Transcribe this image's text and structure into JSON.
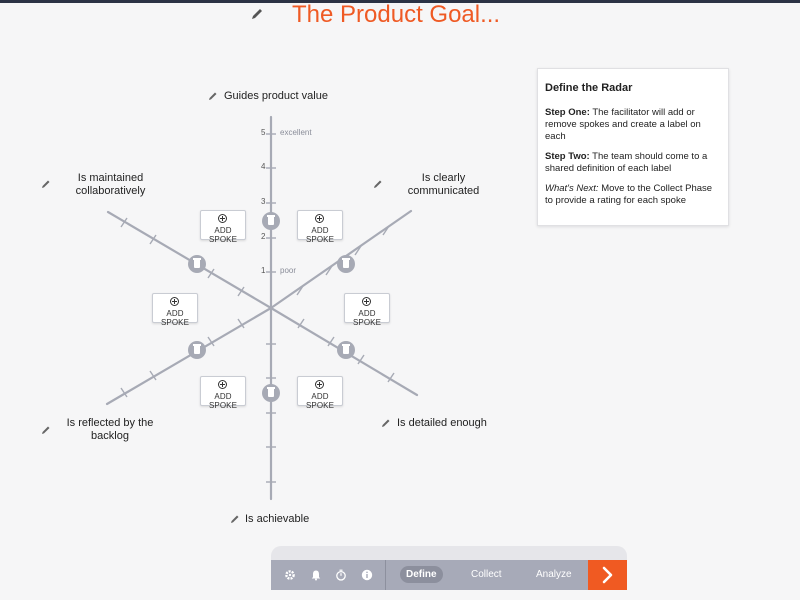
{
  "header": {
    "title": "The Product Goal..."
  },
  "radar": {
    "spokes": [
      {
        "label_lines": [
          "Guides product value"
        ]
      },
      {
        "label_lines": [
          "Is clearly",
          "communicated"
        ]
      },
      {
        "label_lines": [
          "Is detailed enough"
        ]
      },
      {
        "label_lines": [
          "Is achievable"
        ]
      },
      {
        "label_lines": [
          "Is reflected by the",
          "backlog"
        ]
      },
      {
        "label_lines": [
          "Is maintained",
          "collaboratively"
        ]
      }
    ],
    "scale": {
      "ticks": [
        "1",
        "2",
        "3",
        "4",
        "5"
      ],
      "low_label": "poor",
      "high_label": "excellent"
    },
    "add_spoke_label": "ADD SPOKE"
  },
  "info_card": {
    "title": "Define the Radar",
    "step_one_label": "Step One:",
    "step_one_text": " The facilitator will add or remove spokes and create a label on each",
    "step_two_label": "Step Two:",
    "step_two_text": " The team should come to a shared definition of each label",
    "whats_next_label": "What's Next:",
    "whats_next_text": " Move to the Collect Phase to provide a rating for each spoke"
  },
  "toolbar": {
    "icons": [
      "gear-icon",
      "bell-icon",
      "timer-icon",
      "info-icon"
    ],
    "phases": [
      {
        "label": "Define",
        "active": true
      },
      {
        "label": "Collect",
        "active": false
      },
      {
        "label": "Analyze",
        "active": false
      }
    ],
    "next_icon": "chevron-right-icon"
  },
  "colors": {
    "accent": "#f05a22",
    "title": "#ef5a24",
    "axis": "#a7aab5",
    "toolbar": "#a7aab8"
  }
}
